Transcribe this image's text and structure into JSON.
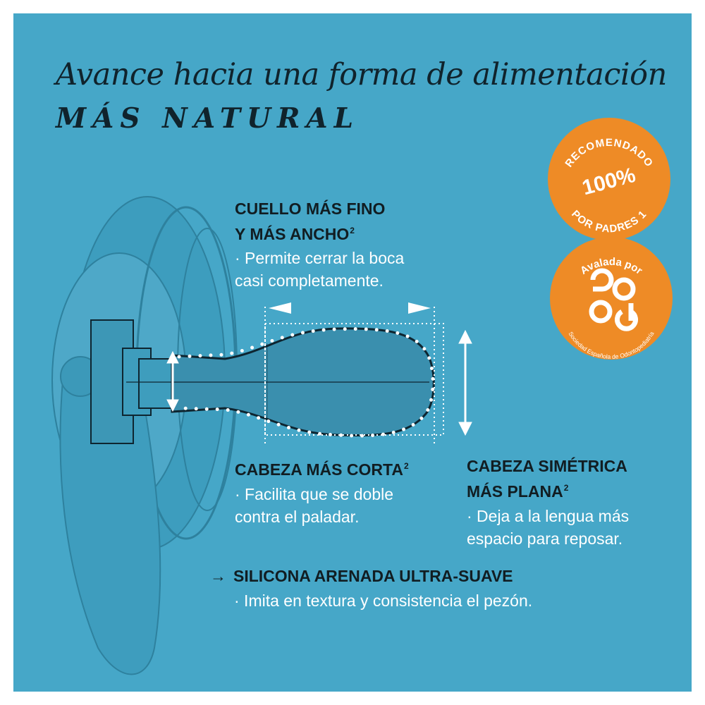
{
  "headline": {
    "line1": "Avance hacia una forma de alimentación",
    "line2": "MÁS NATURAL"
  },
  "features": [
    {
      "title_line1": "CUELLO MÁS FINO",
      "title_line2": "Y MÁS ANCHO",
      "note": "2",
      "desc_line1": "· Permite cerrar la boca",
      "desc_line2": "casi completamente."
    },
    {
      "title_line1": "CABEZA MÁS CORTA",
      "note": "2",
      "desc_line1": "· Facilita que se doble",
      "desc_line2": "contra el paladar."
    },
    {
      "title_line1": "CABEZA SIMÉTRICA",
      "title_line2": "MÁS PLANA",
      "note": "2",
      "desc_line1": "· Deja a la lengua más",
      "desc_line2": "espacio para reposar."
    },
    {
      "arrow": "→",
      "title_line1": "SILICONA ARENADA ULTRA-SUAVE",
      "desc_line1": "· Imita en textura y consistencia el pezón."
    }
  ],
  "badges": {
    "recommended": {
      "arc_top": "RECOMENDADO",
      "center": "100%",
      "arc_bottom": "POR PADRES",
      "note": "1"
    },
    "endorsed": {
      "arc_top": "Avalada por",
      "logo_text": "se op",
      "arc_bottom": "Sociedad Española de Odontopediatría"
    }
  },
  "icons": [
    "pacifier-illustration",
    "width-arrows-icon",
    "height-arrow-icon",
    "neck-arrow-icon",
    "right-arrow-icon",
    "seop-logo-icon"
  ],
  "colors": {
    "background": "#46a7c8",
    "badge": "#ee8b26",
    "title_text": "#111d22",
    "body_text": "#ffffff"
  }
}
